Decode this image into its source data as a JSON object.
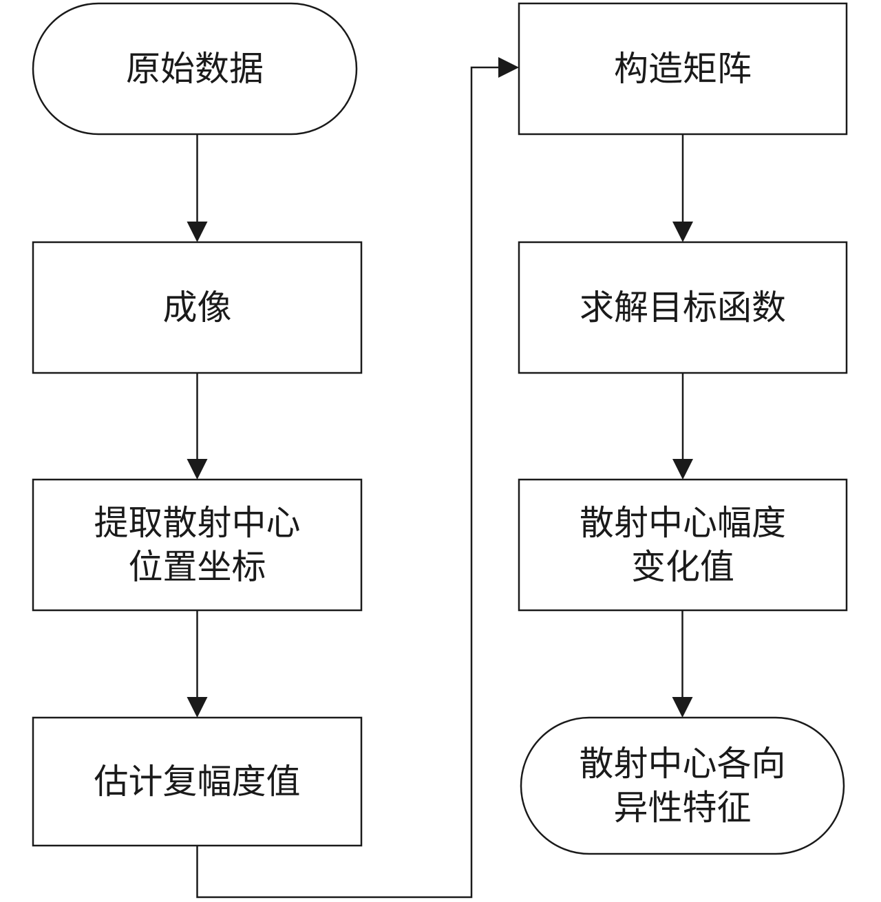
{
  "nodes": [
    {
      "id": "n1",
      "shape": "terminal",
      "lines": [
        "原始数据"
      ]
    },
    {
      "id": "n2",
      "shape": "process",
      "lines": [
        "成像"
      ]
    },
    {
      "id": "n3",
      "shape": "process",
      "lines": [
        "提取散射中心",
        "位置坐标"
      ]
    },
    {
      "id": "n4",
      "shape": "process",
      "lines": [
        "估计复幅度值"
      ]
    },
    {
      "id": "n5",
      "shape": "process",
      "lines": [
        "构造矩阵"
      ]
    },
    {
      "id": "n6",
      "shape": "process",
      "lines": [
        "求解目标函数"
      ]
    },
    {
      "id": "n7",
      "shape": "process",
      "lines": [
        "散射中心幅度",
        "变化值"
      ]
    },
    {
      "id": "n8",
      "shape": "terminal",
      "lines": [
        "散射中心各向",
        "异性特征"
      ]
    }
  ],
  "edges": [
    {
      "from": "n1",
      "to": "n2"
    },
    {
      "from": "n2",
      "to": "n3"
    },
    {
      "from": "n3",
      "to": "n4"
    },
    {
      "from": "n4",
      "to": "n5"
    },
    {
      "from": "n5",
      "to": "n6"
    },
    {
      "from": "n6",
      "to": "n7"
    },
    {
      "from": "n7",
      "to": "n8"
    }
  ]
}
